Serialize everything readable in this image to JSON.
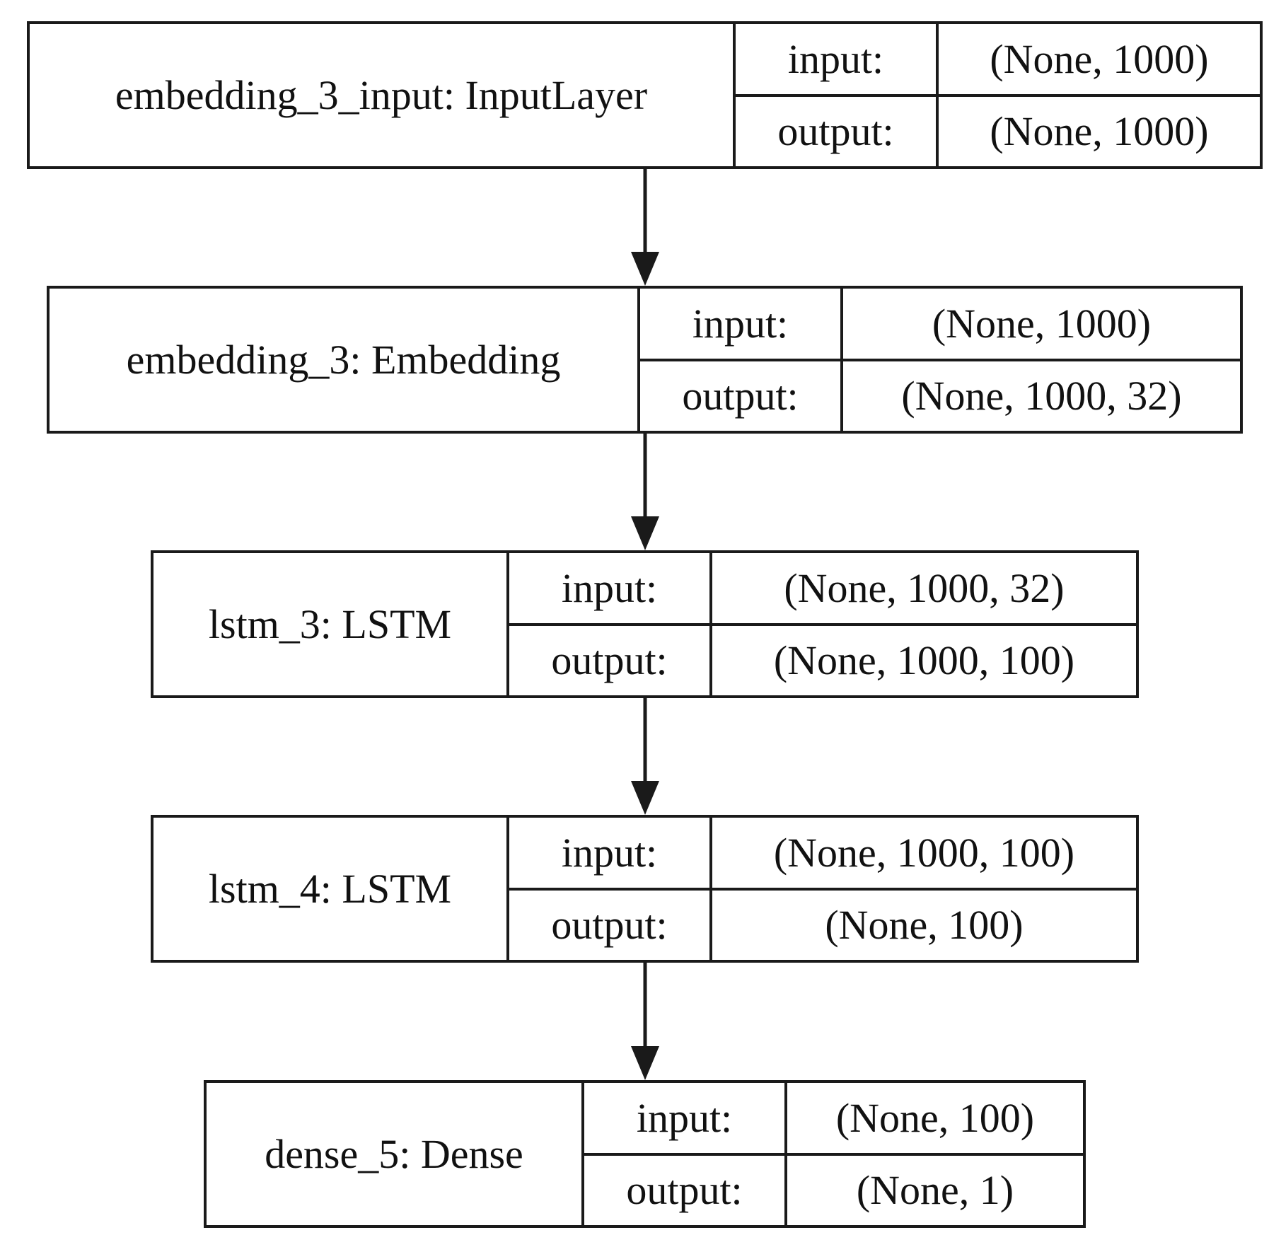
{
  "layers": [
    {
      "name": "embedding_3_input: InputLayer",
      "input_label": "input:",
      "input_value": "(None, 1000)",
      "output_label": "output:",
      "output_value": "(None, 1000)"
    },
    {
      "name": "embedding_3: Embedding",
      "input_label": "input:",
      "input_value": "(None, 1000)",
      "output_label": "output:",
      "output_value": "(None, 1000, 32)"
    },
    {
      "name": "lstm_3: LSTM",
      "input_label": "input:",
      "input_value": "(None, 1000, 32)",
      "output_label": "output:",
      "output_value": "(None, 1000, 100)"
    },
    {
      "name": "lstm_4: LSTM",
      "input_label": "input:",
      "input_value": "(None, 1000, 100)",
      "output_label": "output:",
      "output_value": "(None, 100)"
    },
    {
      "name": "dense_5: Dense",
      "input_label": "input:",
      "input_value": "(None, 100)",
      "output_label": "output:",
      "output_value": "(None, 1)"
    }
  ],
  "edges": [
    {
      "from": 0,
      "to": 1
    },
    {
      "from": 1,
      "to": 2
    },
    {
      "from": 2,
      "to": 3
    },
    {
      "from": 3,
      "to": 4
    }
  ],
  "colors": {
    "stroke": "#1a1a1a",
    "text": "#111111",
    "background": "#ffffff"
  }
}
